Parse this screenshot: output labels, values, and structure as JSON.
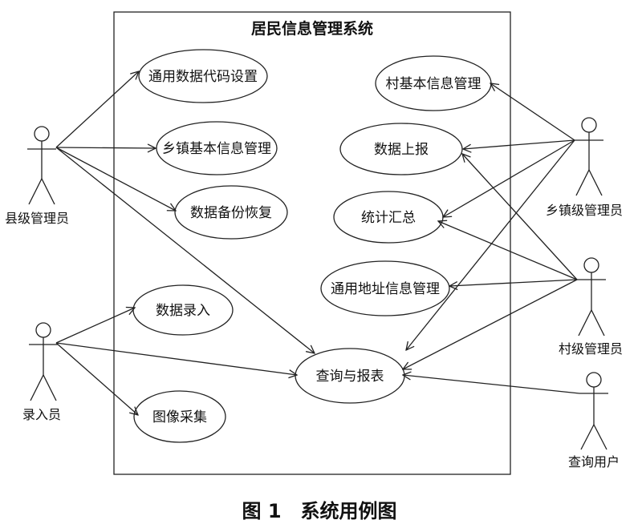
{
  "system": {
    "title": "居民信息管理系统"
  },
  "actors": {
    "county_admin": "县级管理员",
    "data_entry": "录入员",
    "town_admin": "乡镇级管理员",
    "village_admin": "村级管理员",
    "query_user": "查询用户"
  },
  "use_cases": {
    "code_settings": "通用数据代码设置",
    "town_info": "乡镇基本信息管理",
    "backup_restore": "数据备份恢复",
    "village_info": "村基本信息管理",
    "data_report": "数据上报",
    "statistics": "统计汇总",
    "address_info": "通用地址信息管理",
    "data_entry": "数据录入",
    "query_report": "查询与报表",
    "image_capture": "图像采集"
  },
  "caption": "图 1　系统用例图"
}
